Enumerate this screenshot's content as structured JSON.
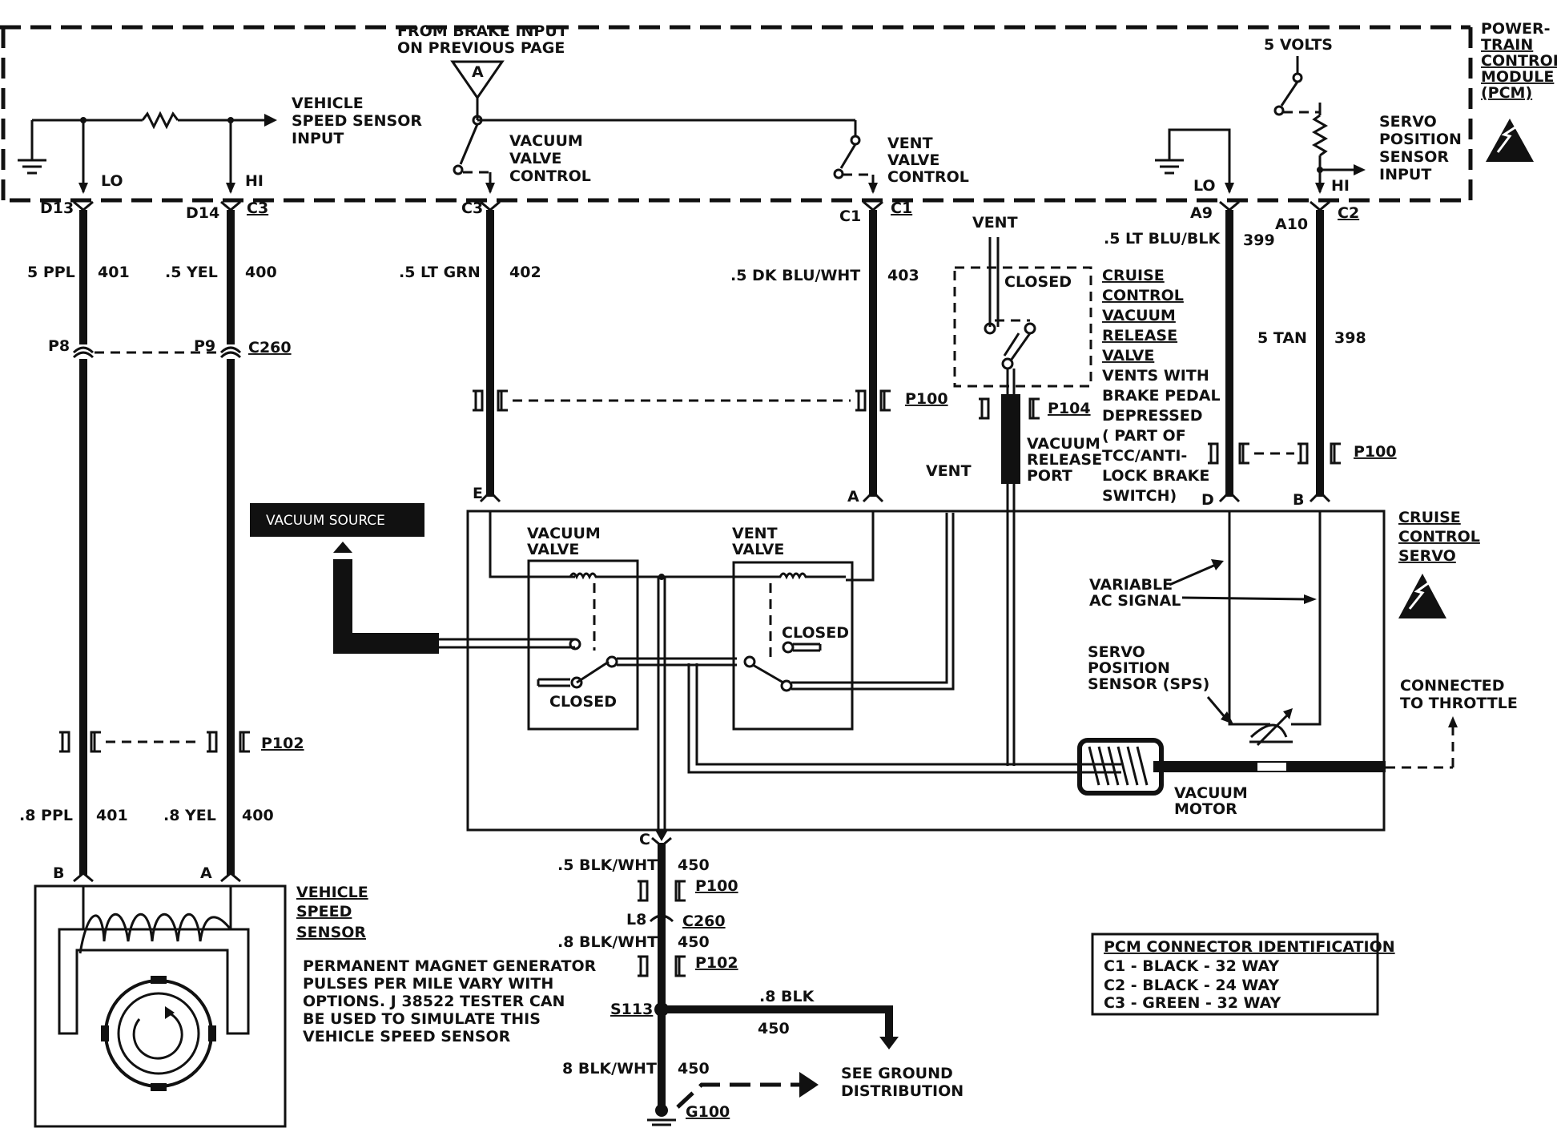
{
  "pcm": {
    "title": [
      "POWER-",
      "TRAIN",
      "CONTROL",
      "MODULE",
      "(PCM)"
    ],
    "brake_input": [
      "FROM BRAKE INPUT",
      "ON PREVIOUS PAGE"
    ],
    "ref_marker": "A",
    "vss_input": [
      "VEHICLE",
      "SPEED SENSOR",
      "INPUT"
    ],
    "vacuum_valve_control": [
      "VACUUM",
      "VALVE",
      "CONTROL"
    ],
    "vent_valve_control": [
      "VENT",
      "VALVE",
      "CONTROL"
    ],
    "five_volts": "5 VOLTS",
    "servo_position_input": [
      "SERVO",
      "POSITION",
      "SENSOR",
      "INPUT"
    ],
    "lo": "LO",
    "hi": "HI"
  },
  "pins": {
    "d13": "D13",
    "d14": "D14",
    "c3_top": "C3",
    "c3_conn": "C3",
    "c1": "C1",
    "c1_conn": "C1",
    "a9": "A9",
    "a10": "A10",
    "c2_conn": "C2",
    "p8": "P8",
    "p9": "P9",
    "c260": "C260",
    "e": "E",
    "a": "A",
    "d": "D",
    "b": "B",
    "vss_b": "B",
    "vss_a": "A",
    "c": "C",
    "l8": "L8",
    "c260_b": "C260"
  },
  "wires": {
    "w401_top": {
      "color": "5 PPL",
      "num": "401"
    },
    "w400_top": {
      "color": ".5 YEL",
      "num": "400"
    },
    "w402": {
      "color": ".5 LT GRN",
      "num": "402"
    },
    "w403": {
      "color": ".5 DK BLU/WHT",
      "num": "403"
    },
    "w399": {
      "color": ".5 LT BLU/BLK",
      "num": "399"
    },
    "w398": {
      "color": "5 TAN",
      "num": "398"
    },
    "w401_bot": {
      "color": ".8 PPL",
      "num": "401"
    },
    "w400_bot": {
      "color": ".8 YEL",
      "num": "400"
    },
    "w450_a": {
      "color": ".5 BLK/WHT",
      "num": "450"
    },
    "w450_b": {
      "color": ".8 BLK/WHT",
      "num": "450"
    },
    "w450_c": {
      "color": ".8 BLK",
      "num": "450"
    },
    "w450_d": {
      "color": "8 BLK/WHT",
      "num": "450"
    }
  },
  "connectors": {
    "p100_left": "P100",
    "p104": "P104",
    "p100_right": "P100",
    "p102_left": "P102",
    "p100_bottom": "P100",
    "p102_bottom": "P102",
    "s113": "S113",
    "g100": "G100"
  },
  "release_valve": {
    "vent": "VENT",
    "closed": "CLOSED",
    "label": [
      "CRUISE",
      "CONTROL",
      "VACUUM",
      "RELEASE",
      "VALVE"
    ],
    "desc": [
      "VENTS WITH",
      "BRAKE PEDAL",
      "DEPRESSED",
      "( PART OF",
      "TCC/ANTI-",
      "LOCK BRAKE",
      "SWITCH)"
    ],
    "port": [
      "VACUUM",
      "RELEASE",
      "PORT"
    ]
  },
  "servo": {
    "vacuum_source": "VACUUM SOURCE",
    "vacuum_valve": [
      "VACUUM",
      "VALVE"
    ],
    "vent_valve": [
      "VENT",
      "VALVE"
    ],
    "closed_left": "CLOSED",
    "closed_right": "CLOSED",
    "vent": "VENT",
    "variable_ac": [
      "VARIABLE",
      "AC SIGNAL"
    ],
    "sps": [
      "SERVO",
      "POSITION",
      "SENSOR (SPS)"
    ],
    "vacuum_motor": [
      "VACUUM",
      "MOTOR"
    ],
    "title": [
      "CRUISE",
      "CONTROL",
      "SERVO"
    ],
    "throttle": [
      "CONNECTED",
      "TO THROTTLE"
    ]
  },
  "vss": {
    "title": [
      "VEHICLE",
      "SPEED",
      "SENSOR"
    ],
    "note": [
      "PERMANENT MAGNET GENERATOR",
      "PULSES PER MILE VARY WITH",
      "OPTIONS. J 38522 TESTER CAN",
      "BE USED TO SIMULATE THIS",
      "VEHICLE SPEED SENSOR"
    ]
  },
  "ground": {
    "see": [
      "SEE GROUND",
      "DISTRIBUTION"
    ]
  },
  "pcm_id": {
    "title": "PCM CONNECTOR IDENTIFICATION",
    "rows": [
      "C1 - BLACK - 32 WAY",
      "C2 - BLACK - 24 WAY",
      "C3 - GREEN - 32 WAY"
    ]
  }
}
